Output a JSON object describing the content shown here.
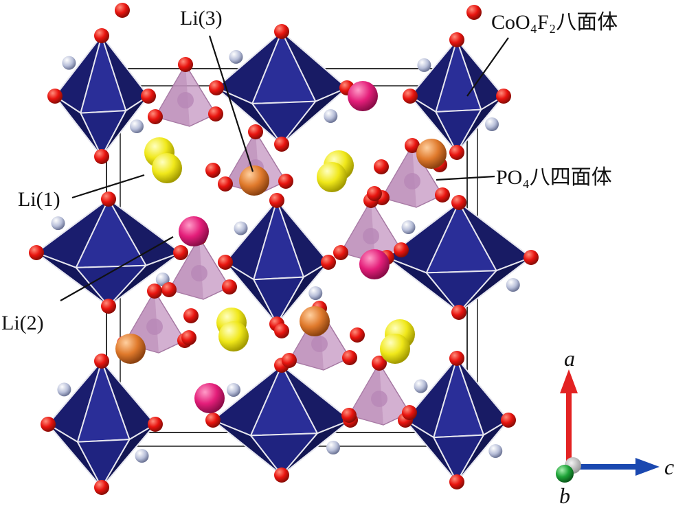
{
  "labels": {
    "li3": "Li(3)",
    "coo4f2_octahedron": "CoO₄F₂八面体",
    "li1": "Li(1)",
    "po4_tetrahedron": "PO₄八四面体",
    "li2": "Li(2)"
  },
  "axes": {
    "a": "a",
    "b": "b",
    "c": "c"
  },
  "colors": {
    "octahedron": "#1c1f7a",
    "octahedron_dark": "#111452",
    "octahedron_edge": "#e6e6ef",
    "tetrahedron": "#c79ac4",
    "tetrahedron_edge": "#a578a2",
    "oxygen": "#e8140f",
    "fluorine": "#b4bcd8",
    "li1_yellow": "#f0e81a",
    "li2_magenta": "#e41e7a",
    "li3_orange": "#e07a2c",
    "axis_a": "#e32222",
    "axis_b": "#1da337",
    "axis_c": "#1a48b0"
  }
}
